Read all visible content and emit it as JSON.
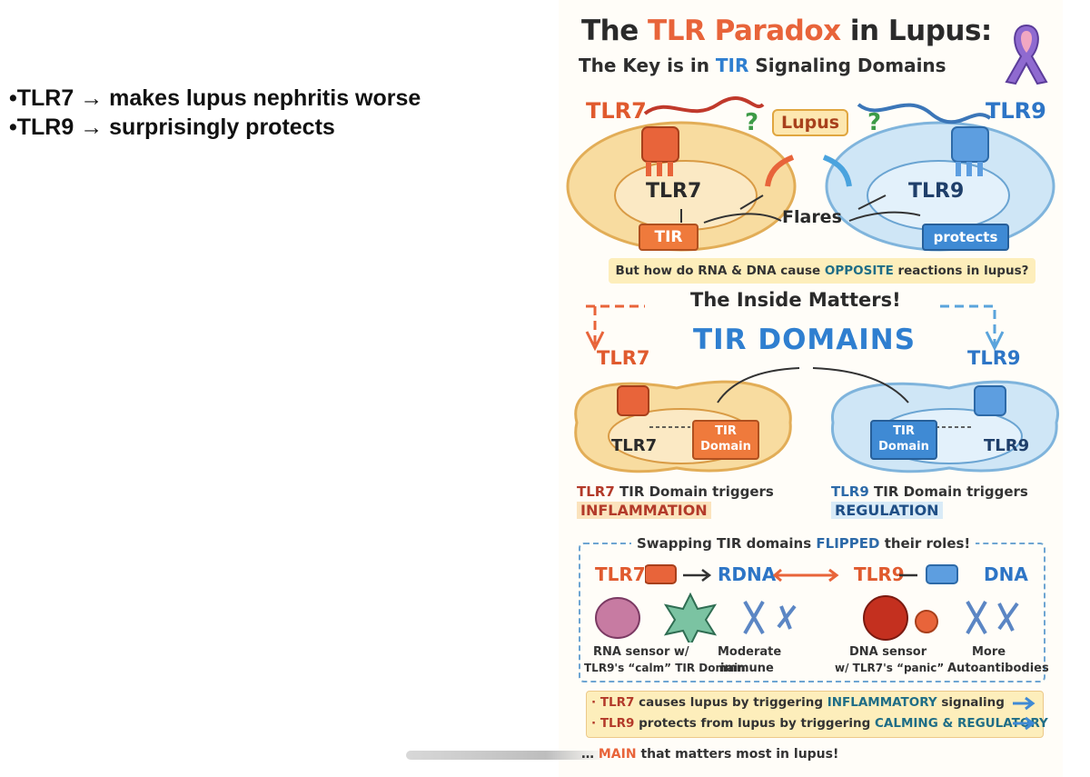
{
  "bullets": [
    "•TLR7 → makes lupus nephritis worse",
    "•TLR9 → surprisingly protects"
  ],
  "poster": {
    "title_prefix": "The ",
    "title_accent": "TLR Paradox",
    "title_suffix": " in Lupus:",
    "subtitle_prefix": "The Key is in ",
    "subtitle_accent": "TIR",
    "subtitle_suffix": " Signaling Domains",
    "top": {
      "tlr7_label": "TLR7",
      "tlr9_label": "TLR9",
      "lupus_label": "Lupus",
      "q_mark": "?",
      "cell7_inner": "TLR7",
      "cell9_inner": "TLR9",
      "tir_box": "TIR",
      "protects_box": "protects",
      "flares": "Flares",
      "question_prefix": "But how do RNA & DNA cause ",
      "question_accent": "OPPOSITE",
      "question_suffix": " reactions in lupus?"
    },
    "middle": {
      "inside_matters": "The Inside Matters!",
      "tir_domains": "TIR DOMAINS",
      "tlr7_label": "TLR7",
      "tlr9_label": "TLR9",
      "cell7_inner": "TLR7",
      "cell9_inner": "TLR9",
      "tir_domain_box": "TIR Domain",
      "left_caption_a": "TLR7",
      "left_caption_b": " TIR Domain triggers",
      "left_caption_c": "INFLAMMATION",
      "right_caption_a": "TLR9",
      "right_caption_b": " TIR Domain triggers",
      "right_caption_c": "REGULATION"
    },
    "swap": {
      "heading_prefix": "Swapping TIR domains ",
      "heading_accent": "FLIPPED",
      "heading_suffix": " their roles!",
      "tlr7": "TLR7",
      "rdna": "RDNA",
      "tlr9": "TLR9",
      "dna": "DNA",
      "rna_sensor_1": "RNA sensor w/",
      "rna_sensor_2": "TLR9's “calm” TIR Domain",
      "moderate_1": "Moderate",
      "moderate_2": "immune",
      "dna_sensor_1": "DNA sensor",
      "dna_sensor_2": "w/ TLR7's “panic”",
      "more_1": "More",
      "more_2": "Autoantibodies"
    },
    "summary": {
      "line1_a": "· TLR7",
      "line1_b": " causes lupus by triggering ",
      "line1_c": "INFLAMMATORY",
      "line1_d": " signaling",
      "line2_a": "· TLR9",
      "line2_b": " protects from lupus by triggering ",
      "line2_c": "CALMING & REGULATORY"
    },
    "caption_prefix": "… ",
    "caption_accent": "MAIN",
    "caption_suffix": " that matters most in lupus!"
  },
  "colors": {
    "orange": "#e8643a",
    "blue": "#2f7fd0",
    "cell_orange": "#f8dca0",
    "cell_blue": "#cfe6f6"
  }
}
